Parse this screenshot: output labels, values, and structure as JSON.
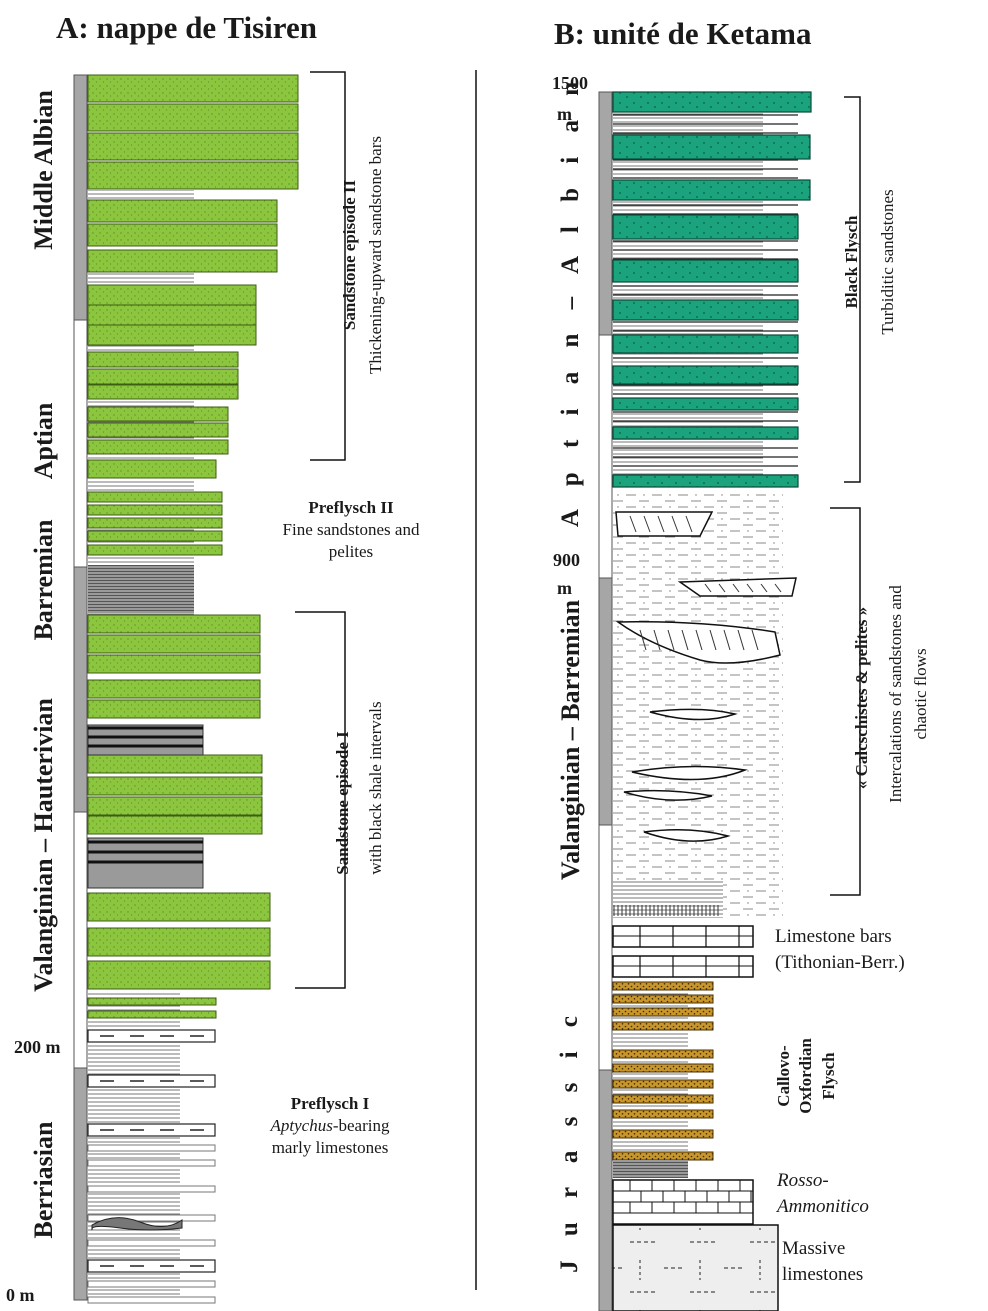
{
  "column_a": {
    "title": "A: nappe de Tisiren",
    "stages": [
      "Middle Albian",
      "Aptian",
      "Barremian",
      "Valanginian – Hauterivian",
      "Berriasian"
    ],
    "scale_labels": [
      "200 m",
      "0 m"
    ],
    "annotations": {
      "episode2_title": "Sandstone episode II",
      "episode2_sub": "Thickening-upward sandstone bars",
      "preflysch2_title": "Preflysch II",
      "preflysch2_line1": "Fine sandstones and",
      "preflysch2_line2": "pelites",
      "episode1_title": "Sandstone episode  I",
      "episode1_sub": "with black shale intervals",
      "preflysch1_title": "Preflysch I",
      "preflysch1_italic": "Aptychus",
      "preflysch1_rest": "-bearing",
      "preflysch1_line2": "marly limestones"
    }
  },
  "column_b": {
    "title": "B: unité de Ketama",
    "stages": [
      "A p t i a n  –  A l b i a n",
      "Valanginian – Barremian",
      "J u r a s s i c"
    ],
    "scale_labels": {
      "top_value": "1500",
      "top_unit": "m",
      "mid_value": "900",
      "mid_unit": "m"
    },
    "annotations": {
      "black_flysch_title": "Black Flysch",
      "black_flysch_sub": "Turbiditic sandstones",
      "calc_title": "« Calcschistes & pelites »",
      "calc_sub1": "Intercalations of sandstones and",
      "calc_sub2": "chaotic flows",
      "limestone_line1": "Limestone bars",
      "limestone_line2": "(Tithonian-Berr.)",
      "callovo_line1": "Callovo-",
      "callovo_line2": "Oxfordian",
      "callovo_line3": "Flysch",
      "rosso_line1": "Rosso-",
      "rosso_line2": "Ammonitico",
      "massive_line1": "Massive",
      "massive_line2": "limestones"
    }
  },
  "colors": {
    "sandstone_green": "#8cc63f",
    "turbidite_teal": "#1aa37d",
    "callovo_sand": "#c8962a",
    "scale_grey": "#a6a6a6",
    "shale_grey": "#9a9a9a",
    "line_black": "#1a1a1a"
  }
}
